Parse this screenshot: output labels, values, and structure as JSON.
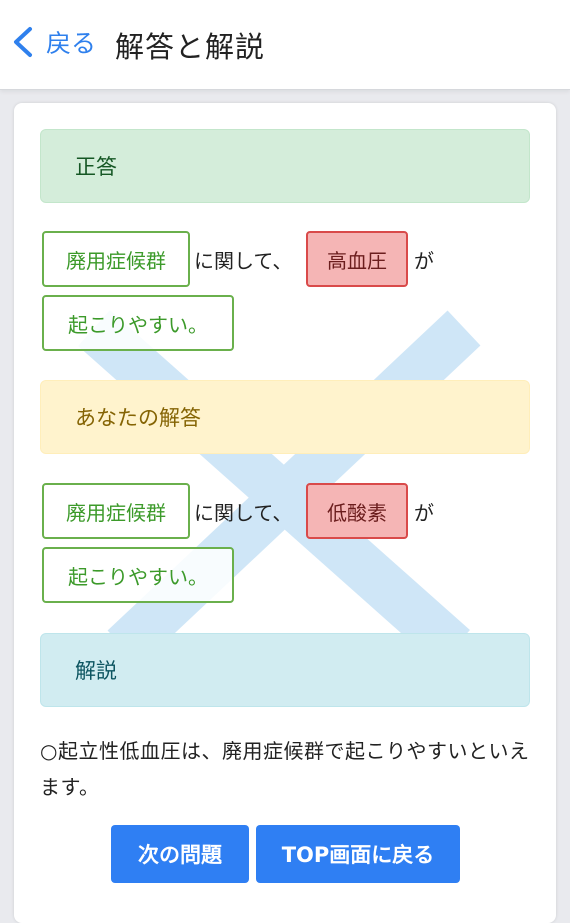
{
  "header": {
    "back_label": "戻る",
    "title": "解答と解説"
  },
  "correct": {
    "label": "正答",
    "subject": "廃用症候群",
    "connector": "に関して、",
    "answer": "高血圧",
    "particle": "が",
    "predicate": "起こりやすい。"
  },
  "yours": {
    "label": "あなたの解答",
    "subject": "廃用症候群",
    "connector": "に関して、",
    "answer": "低酸素",
    "particle": "が",
    "predicate": "起こりやすい。"
  },
  "explanation": {
    "label": "解説",
    "text": "○起立性低血圧は、廃用症候群で起こりやすいといえます。"
  },
  "buttons": {
    "next": "次の問題",
    "top": "TOP画面に戻る"
  },
  "colors": {
    "accent": "#2f7ff3",
    "wrong_mark": "#cfe6f7"
  }
}
